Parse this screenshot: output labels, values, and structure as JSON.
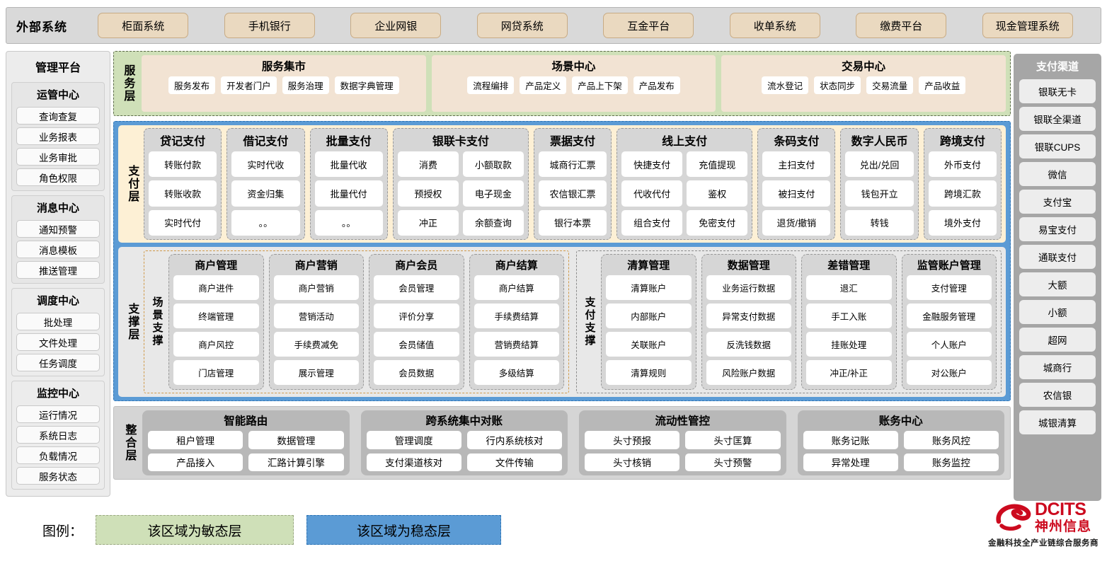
{
  "external": {
    "title": "外部系统",
    "items": [
      "柜面系统",
      "手机银行",
      "企业网银",
      "网贷系统",
      "互金平台",
      "收单系统",
      "缴费平台",
      "现金管理系统"
    ]
  },
  "management": {
    "title": "管理平台",
    "groups": [
      {
        "title": "运管中心",
        "items": [
          "查询查复",
          "业务报表",
          "业务审批",
          "角色权限"
        ]
      },
      {
        "title": "消息中心",
        "items": [
          "通知预警",
          "消息模板",
          "推送管理"
        ]
      },
      {
        "title": "调度中心",
        "items": [
          "批处理",
          "文件处理",
          "任务调度"
        ]
      },
      {
        "title": "监控中心",
        "items": [
          "运行情况",
          "系统日志",
          "负载情况",
          "服务状态"
        ]
      }
    ]
  },
  "channels": {
    "title": "支付渠道",
    "items": [
      "银联无卡",
      "银联全渠道",
      "银联CUPS",
      "微信",
      "支付宝",
      "易宝支付",
      "通联支付",
      "大额",
      "小额",
      "超网",
      "城商行",
      "农信银",
      "城银清算"
    ]
  },
  "service_layer": {
    "label": "服务层",
    "cards": [
      {
        "title": "服务集市",
        "items": [
          "服务发布",
          "开发者门户",
          "服务治理",
          "数据字典管理"
        ]
      },
      {
        "title": "场景中心",
        "items": [
          "流程编排",
          "产品定义",
          "产品上下架",
          "产品发布"
        ]
      },
      {
        "title": "交易中心",
        "items": [
          "流水登记",
          "状态同步",
          "交易流量",
          "产品收益"
        ]
      }
    ]
  },
  "payment_layer": {
    "label": "支付层",
    "cards": [
      {
        "title": "贷记支付",
        "cols": 1,
        "rows": [
          [
            "转账付款"
          ],
          [
            "转账收款"
          ],
          [
            "实时代付"
          ]
        ]
      },
      {
        "title": "借记支付",
        "cols": 1,
        "rows": [
          [
            "实时代收"
          ],
          [
            "资金归集"
          ],
          [
            "。。"
          ]
        ]
      },
      {
        "title": "批量支付",
        "cols": 1,
        "rows": [
          [
            "批量代收"
          ],
          [
            "批量代付"
          ],
          [
            "。。"
          ]
        ]
      },
      {
        "title": "银联卡支付",
        "cols": 2,
        "rows": [
          [
            "消费",
            "小额取款"
          ],
          [
            "预授权",
            "电子现金"
          ],
          [
            "冲正",
            "余额查询"
          ]
        ]
      },
      {
        "title": "票据支付",
        "cols": 1,
        "rows": [
          [
            "城商行汇票"
          ],
          [
            "农信银汇票"
          ],
          [
            "银行本票"
          ]
        ]
      },
      {
        "title": "线上支付",
        "cols": 2,
        "rows": [
          [
            "快捷支付",
            "充值提现"
          ],
          [
            "代收代付",
            "鉴权"
          ],
          [
            "组合支付",
            "免密支付"
          ]
        ]
      },
      {
        "title": "条码支付",
        "cols": 1,
        "rows": [
          [
            "主扫支付"
          ],
          [
            "被扫支付"
          ],
          [
            "退货/撤销"
          ]
        ]
      },
      {
        "title": "数字人民币",
        "cols": 1,
        "rows": [
          [
            "兑出/兑回"
          ],
          [
            "钱包开立"
          ],
          [
            "转钱"
          ]
        ]
      },
      {
        "title": "跨境支付",
        "cols": 1,
        "rows": [
          [
            "外币支付"
          ],
          [
            "跨境汇款"
          ],
          [
            "境外支付"
          ]
        ]
      }
    ]
  },
  "support_layer": {
    "label": "支撑层",
    "zones": [
      {
        "label": "场景支撑",
        "cards": [
          {
            "title": "商户管理",
            "items": [
              "商户进件",
              "终端管理",
              "商户风控",
              "门店管理"
            ]
          },
          {
            "title": "商户营销",
            "items": [
              "商户营销",
              "营销活动",
              "手续费减免",
              "展示管理"
            ]
          },
          {
            "title": "商户会员",
            "items": [
              "会员管理",
              "评价分享",
              "会员储值",
              "会员数据"
            ]
          },
          {
            "title": "商户结算",
            "items": [
              "商户结算",
              "手续费结算",
              "营销费结算",
              "多级结算"
            ]
          }
        ]
      },
      {
        "label": "支付支撑",
        "cards": [
          {
            "title": "清算管理",
            "items": [
              "清算账户",
              "内部账户",
              "关联账户",
              "清算规则"
            ]
          },
          {
            "title": "数据管理",
            "items": [
              "业务运行数据",
              "异常支付数据",
              "反洗钱数据",
              "风险账户数据"
            ]
          },
          {
            "title": "差错管理",
            "items": [
              "退汇",
              "手工入账",
              "挂账处理",
              "冲正/补正"
            ]
          },
          {
            "title": "监管账户管理",
            "items": [
              "支付管理",
              "金融服务管理",
              "个人账户",
              "对公账户"
            ]
          }
        ]
      }
    ]
  },
  "integration_layer": {
    "label": "整合层",
    "cards": [
      {
        "title": "智能路由",
        "rows": [
          [
            "租户管理",
            "数据管理"
          ],
          [
            "产品接入",
            "汇路计算引擎"
          ]
        ]
      },
      {
        "title": "跨系统集中对账",
        "rows": [
          [
            "管理调度",
            "行内系统核对"
          ],
          [
            "支付渠道核对",
            "文件传输"
          ]
        ]
      },
      {
        "title": "流动性管控",
        "rows": [
          [
            "头寸预报",
            "头寸匡算"
          ],
          [
            "头寸核销",
            "头寸预警"
          ]
        ]
      },
      {
        "title": "账务中心",
        "rows": [
          [
            "账务记账",
            "账务风控"
          ],
          [
            "异常处理",
            "账务监控"
          ]
        ]
      }
    ]
  },
  "legend": {
    "label": "图例：",
    "agile": "该区域为敏态层",
    "stable": "该区域为稳态层",
    "agile_color": "#cfe0b8",
    "stable_color": "#5b9bd5"
  },
  "logo": {
    "en": "DCITS",
    "cn": "神州信息",
    "tagline": "金融科技全产业链综合服务商",
    "color": "#cc0a1e"
  }
}
